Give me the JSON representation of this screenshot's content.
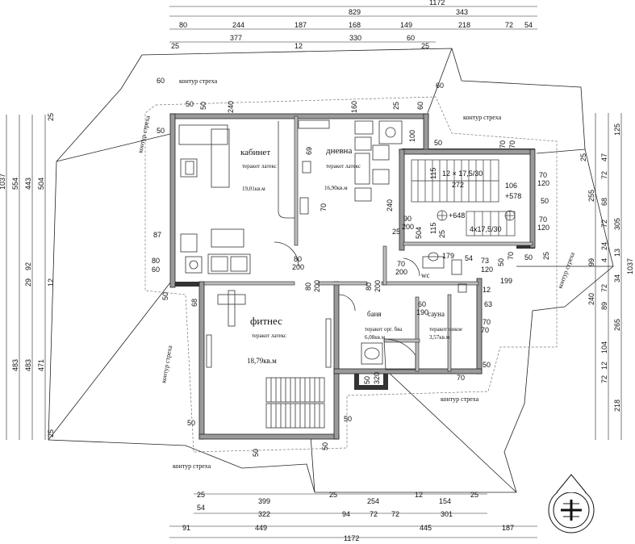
{
  "dimensions": {
    "top": {
      "overall": "1172",
      "row2": [
        "829",
        "343"
      ],
      "row3": [
        "80",
        "244",
        "187",
        "168",
        "149",
        "218",
        "72",
        "54"
      ],
      "row4": [
        "25",
        "377",
        "12",
        "330",
        "60",
        "25"
      ]
    },
    "bottom": {
      "row1": [
        "25",
        "399",
        "25",
        "254",
        "12",
        "154",
        "25"
      ],
      "row2": [
        "54",
        "322",
        "94",
        "72",
        "72",
        "301"
      ],
      "row3": [
        "91",
        "449",
        "445",
        "187"
      ],
      "overall": "1172"
    },
    "left": {
      "outer": [
        "1037"
      ],
      "col2": [
        "554",
        "483"
      ],
      "col3": [
        "443",
        "29",
        "483"
      ],
      "col4": [
        "25",
        "504",
        "92",
        "12",
        "471",
        "25"
      ]
    },
    "right": {
      "outer": [
        "1037"
      ],
      "col2": [
        "125",
        "255",
        "25",
        "99",
        "240",
        "265",
        "218"
      ],
      "col3": [
        "47",
        "72",
        "68",
        "72",
        "24",
        "4",
        "72",
        "89",
        "104",
        "12",
        "72"
      ],
      "col4": [
        "305",
        "34",
        "13"
      ]
    }
  },
  "rooms": {
    "cabinet": {
      "name": "кабинет",
      "floor": "теракот латекс",
      "area": "19,01кв.м"
    },
    "living": {
      "name": "дневна",
      "floor": "теракот латекс",
      "area": "16,90кв.м"
    },
    "fitness": {
      "name": "фитнес",
      "floor": "теракот латекс",
      "area": "18,79кв.м"
    },
    "bath": {
      "name": "баня",
      "floor": "теракот орг. бяа",
      "area": "6,08кв.м"
    },
    "sauna": {
      "name": "сауна",
      "floor": "теракот онкое",
      "area": "3,57кв.м"
    },
    "wc": {
      "name": "wc"
    }
  },
  "stairs": {
    "main": "12 × 17,5/30",
    "second": "4x17,5/30",
    "count": "272",
    "level1": "+578",
    "level2": "+648"
  },
  "roof_label": "контур стреха",
  "annotations": {
    "openings": [
      "80",
      "200",
      "80",
      "200",
      "80",
      "200",
      "70",
      "200",
      "90",
      "200",
      "60",
      "190",
      "179",
      "199",
      "70",
      "120",
      "70",
      "120",
      "106",
      "115",
      "115",
      "25",
      "25",
      "12",
      "63"
    ],
    "wall_marks": [
      "60",
      "50",
      "240",
      "160",
      "25",
      "60",
      "60",
      "100",
      "50",
      "70",
      "70",
      "50",
      "50",
      "87",
      "80",
      "60",
      "50",
      "68",
      "50",
      "50",
      "50",
      "50",
      "70",
      "50",
      "50",
      "320",
      "70",
      "70",
      "69",
      "240",
      "504",
      "25",
      "50",
      "54",
      "73",
      "70",
      "120",
      "50",
      "70",
      "50"
    ]
  }
}
